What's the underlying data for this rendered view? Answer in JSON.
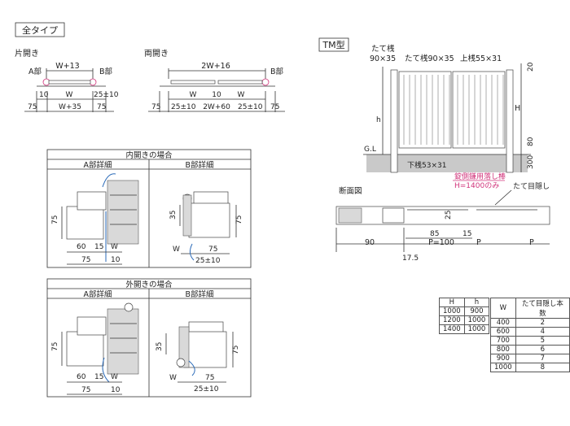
{
  "header": {
    "all_type_label": "全タイプ",
    "tm_type_label": "TM型"
  },
  "plan_views": {
    "single": {
      "title": "片開き",
      "top_dim": "W+13",
      "part_a": "A部",
      "part_b": "B部",
      "dim_10": "10",
      "dim_w": "W",
      "dim_25_10": "25±10",
      "dim_75_left": "75",
      "dim_w35": "W+35",
      "dim_75_right": "75"
    },
    "double": {
      "title": "両開き",
      "top_dim": "2W+16",
      "part_b": "B部",
      "dim_w_left": "W",
      "dim_10": "10",
      "dim_w_right": "W",
      "dim_75_left": "75",
      "dim_25_left": "25±10",
      "dim_2w60": "2W+60",
      "dim_25_right": "25±10",
      "dim_75_right": "75"
    }
  },
  "inward": {
    "title": "内開きの場合",
    "a_title": "A部詳細",
    "b_title": "B部詳細",
    "a_dims": {
      "h75": "75",
      "d60": "60",
      "d15": "15",
      "w": "W",
      "d75": "75",
      "d10": "10"
    },
    "b_dims": {
      "h35": "35",
      "h75": "75",
      "w": "W",
      "d75": "75",
      "d25": "25±10"
    }
  },
  "outward": {
    "title": "外開きの場合",
    "a_title": "A部詳細",
    "b_title": "B部詳細",
    "a_dims": {
      "h75": "75",
      "d60": "60",
      "d15": "15",
      "w": "W",
      "d75": "75",
      "d10": "10"
    },
    "b_dims": {
      "h35": "35",
      "h75": "75",
      "w": "W",
      "d75": "75",
      "d25": "25±10"
    }
  },
  "elevation": {
    "stile_label": "たて桟",
    "stile_size": "90×35",
    "stile2": "たて桟90×35",
    "top_rail": "上桟55×31",
    "h": "h",
    "H": "H",
    "d20": "20",
    "d80": "80",
    "d300": "300",
    "gl": "G.L",
    "bottom_rail": "下桟53×31",
    "note1": "錠側鎌用落し棒",
    "note2": "H=1400のみ"
  },
  "section": {
    "title": "断面図",
    "hidden": "たて目隠し",
    "d25": "25",
    "d85": "85",
    "d15": "15",
    "d90": "90",
    "p100": "P=100",
    "p1": "P",
    "p2": "P",
    "d175": "17.5"
  },
  "table_h": {
    "headers": [
      "H",
      "h"
    ],
    "rows": [
      [
        "1000",
        "900"
      ],
      [
        "1200",
        "1000"
      ],
      [
        "1400",
        "1000"
      ]
    ]
  },
  "table_w": {
    "headers": [
      "W",
      "たて目隠し本数"
    ],
    "rows": [
      [
        "400",
        "2"
      ],
      [
        "600",
        "4"
      ],
      [
        "700",
        "5"
      ],
      [
        "800",
        "6"
      ],
      [
        "900",
        "7"
      ],
      [
        "1000",
        "8"
      ]
    ]
  }
}
